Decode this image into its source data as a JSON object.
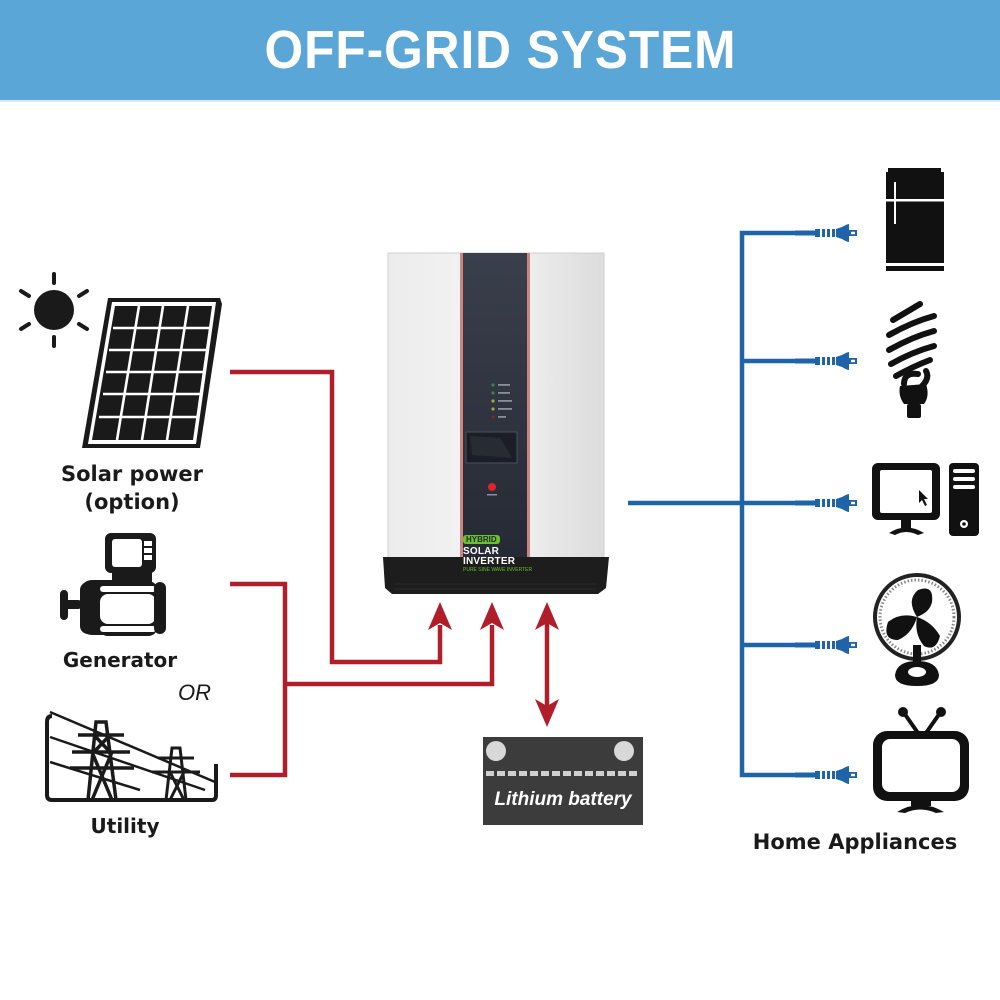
{
  "title": "OFF-GRID SYSTEM",
  "colors": {
    "banner": "#5aa6d6",
    "input_wire": "#b01e2a",
    "output_wire": "#1f64a8",
    "icon": "#1a1a1a",
    "battery": "#3c3c3c",
    "inverter_panel": "#2b2f3a",
    "inverter_accent": "#c9867e"
  },
  "sources": [
    {
      "id": "solar",
      "label_line1": "Solar power",
      "label_line2": "(option)",
      "icon": "solar-panel-icon"
    },
    {
      "id": "generator",
      "label": "Generator",
      "icon": "generator-icon"
    },
    {
      "id": "utility",
      "label": "Utility",
      "icon": "power-tower-icon"
    }
  ],
  "separator": "OR",
  "inverter": {
    "badge": "HYBRID",
    "name": "SOLAR INVERTER",
    "subtitle": "PURE SINE WAVE INVERTER"
  },
  "battery": {
    "label": "Lithium battery"
  },
  "appliances": {
    "label": "Home Appliances",
    "items": [
      {
        "id": "fridge",
        "icon": "refrigerator-icon"
      },
      {
        "id": "bulb",
        "icon": "light-bulb-icon"
      },
      {
        "id": "computer",
        "icon": "desktop-computer-icon"
      },
      {
        "id": "fan",
        "icon": "fan-icon"
      },
      {
        "id": "tv",
        "icon": "television-icon"
      }
    ]
  }
}
